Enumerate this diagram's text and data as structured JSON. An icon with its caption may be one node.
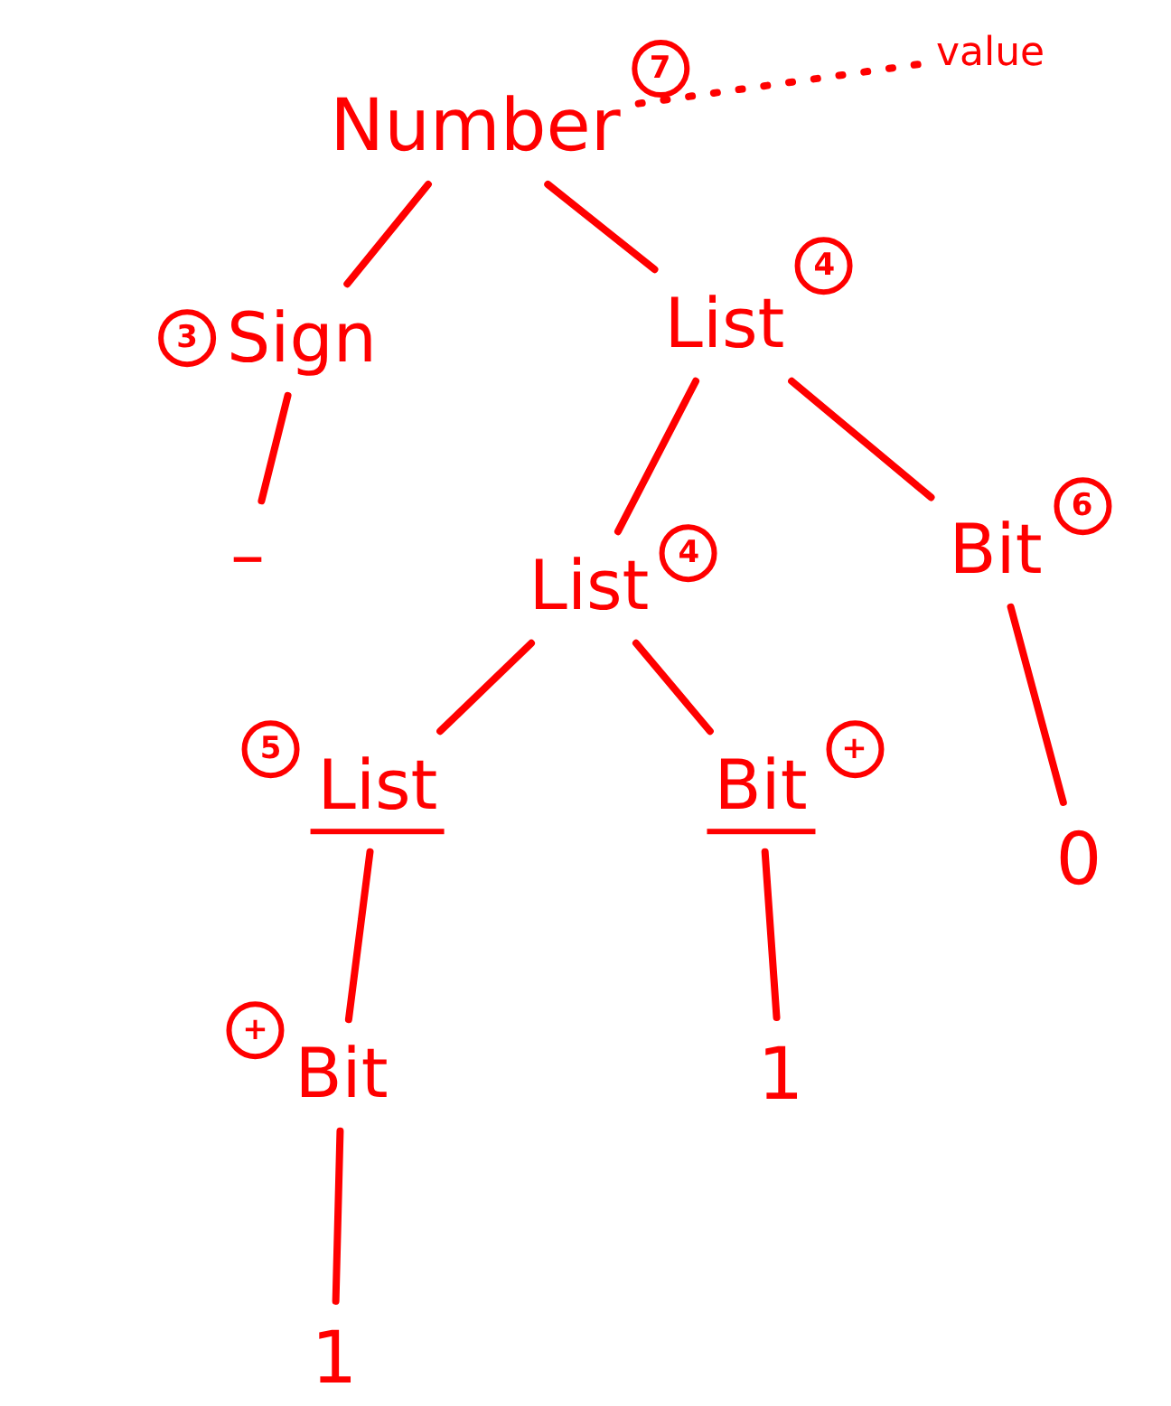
{
  "diagram": {
    "nodes": [
      {
        "text": [
          "Number"
        ],
        "beside": [
          "7"
        ]
      },
      {
        "text": [
          "value"
        ]
      },
      {
        "text": [
          "Sign"
        ],
        "beside": [
          "3"
        ]
      },
      {
        "text": [
          "List"
        ],
        "beside": [
          "4"
        ]
      },
      {
        "text": [
          "–"
        ]
      },
      {
        "text": [
          "List"
        ],
        "beside": [
          "4"
        ]
      },
      {
        "text": [
          "Bit"
        ],
        "beside": [
          "6"
        ]
      },
      {
        "text": [
          "List"
        ],
        "beside": [
          "5"
        ]
      },
      {
        "text": [
          "Bit"
        ],
        "beside": [
          "+"
        ]
      },
      {
        "text": [
          "0"
        ]
      },
      {
        "text": [
          "Bit"
        ],
        "beside": [
          "+"
        ]
      },
      {
        "text": [
          "1"
        ]
      },
      {
        "text": [
          "1"
        ]
      }
    ],
    "edges": [
      {
        "from": 0,
        "to": 1,
        "arrow": "none",
        "style": "dashed"
      },
      {
        "from": 0,
        "to": 2,
        "arrow": "none"
      },
      {
        "from": 0,
        "to": 3,
        "arrow": "none"
      },
      {
        "from": 2,
        "to": 4,
        "arrow": "none"
      },
      {
        "from": 3,
        "to": 5,
        "arrow": "none"
      },
      {
        "from": 3,
        "to": 6,
        "arrow": "none"
      },
      {
        "from": 5,
        "to": 7,
        "arrow": "none"
      },
      {
        "from": 5,
        "to": 8,
        "arrow": "none"
      },
      {
        "from": 6,
        "to": 9,
        "arrow": "none"
      },
      {
        "from": 7,
        "to": 10,
        "arrow": "none"
      },
      {
        "from": 8,
        "to": 11,
        "arrow": "none"
      },
      {
        "from": 10,
        "to": 12,
        "arrow": "none"
      }
    ]
  }
}
